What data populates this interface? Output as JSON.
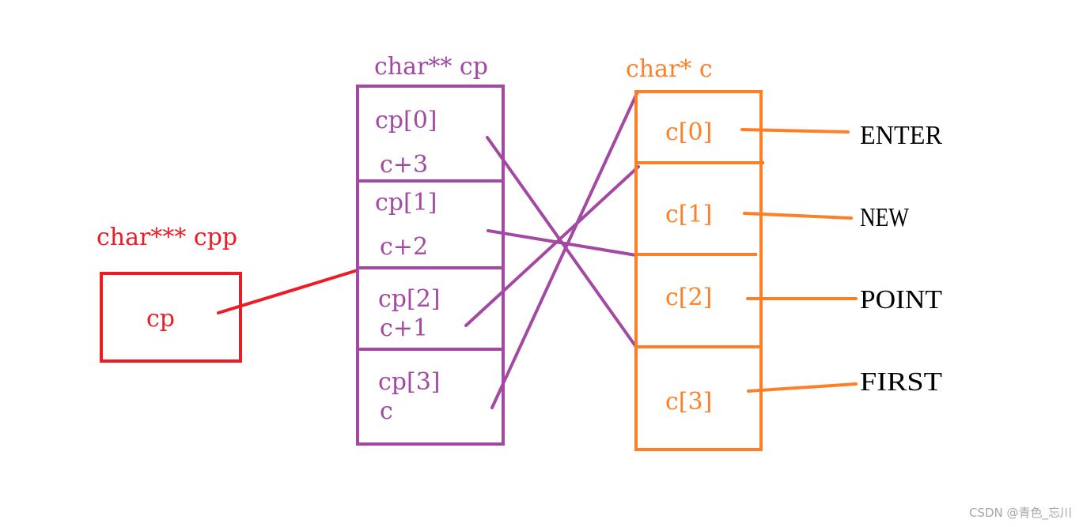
{
  "colors": {
    "red": "#ed1c24",
    "purple": "#a349a4",
    "orange": "#ff7f27",
    "black": "#000000",
    "watermark": "#a6a6a6"
  },
  "cpp": {
    "label": "char*** cpp",
    "cell": "cp"
  },
  "cp": {
    "label": "char** cp",
    "cells": [
      {
        "name": "cp[0]",
        "value": "c+3"
      },
      {
        "name": "cp[1]",
        "value": "c+2"
      },
      {
        "name": "cp[2]",
        "value": "c+1"
      },
      {
        "name": "cp[3]",
        "value": "c"
      }
    ]
  },
  "c": {
    "label": "char* c",
    "cells": [
      {
        "name": "c[0]",
        "string": "ENTER"
      },
      {
        "name": "c[1]",
        "string": "NEW"
      },
      {
        "name": "c[2]",
        "string": "POINT"
      },
      {
        "name": "c[3]",
        "string": "FIRST"
      }
    ]
  },
  "watermark": "CSDN @青色_忘川"
}
